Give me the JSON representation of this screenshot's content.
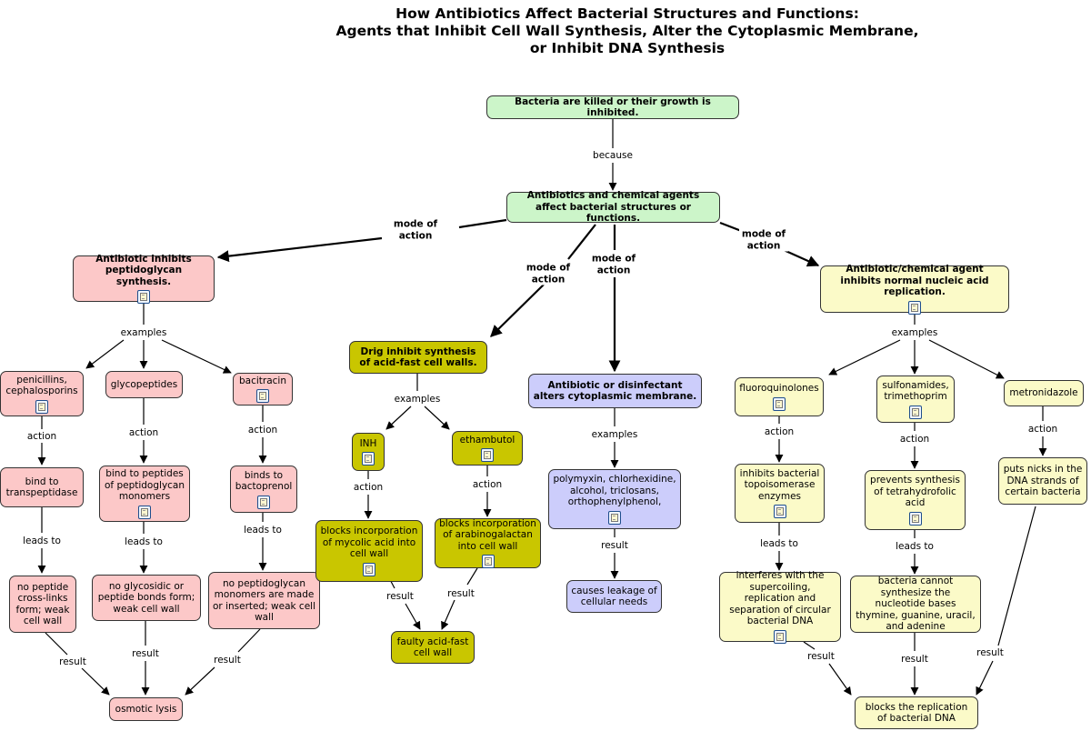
{
  "title": {
    "line1": "How Antibiotics Affect Bacterial Structures and Functions:",
    "line2": "Agents that Inhibit Cell Wall Synthesis, Alter the Cytoplasmic Membrane,",
    "line3": "or Inhibit DNA Synthesis"
  },
  "nodes": {
    "root": "Bacteria are killed or their growth is inhibited.",
    "agents": "Antibiotics and chemical agents affect bacterial structures or functions.",
    "peptidoglycan": "Antibiotic inhibits peptidoglycan synthesis.",
    "acidfast": "Drig inhibit synthesis of acid-fast cell walls.",
    "membrane": "Antibiotic or disinfectant alters cytoplasmic membrane.",
    "nucleic": "Antibiotic/chemical agent inhibits normal nucleic acid replication.",
    "penicillins": "penicillins, cephalosporins",
    "glycopeptides": "glycopeptides",
    "bacitracin": "bacitracin",
    "transpeptidase": "bind to transpeptidase",
    "peptidemonomers": "bind to peptides of peptidoglycan monomers",
    "bactoprenol": "binds to bactoprenol",
    "nocrosslinks": "no peptide cross-links form; weak cell wall",
    "noglycosidic": "no glycosidic or peptide bonds form; weak cell wall",
    "nomonomers": "no peptidoglycan monomers are made or inserted; weak cell wall",
    "lysis": "osmotic lysis",
    "inh": "INH",
    "ethambutol": "ethambutol",
    "mycolic": "blocks incorporation of mycolic acid into cell wall",
    "arabinogalactan": "blocks incorporation of arabinogalactan into cell wall",
    "faulty": "faulty acid-fast cell wall",
    "polymyxin": "polymyxin, chlorhexidine, alcohol, triclosans, orthophenylphenol,",
    "leakage": "causes leakage of cellular needs",
    "fluoro": "fluoroquinolones",
    "sulfon": "sulfonamides, trimethoprim",
    "metro": "metronidazole",
    "topo": "inhibits bacterial topoisomerase enzymes",
    "tetrahydro": "prevents synthesis of tetrahydrofolic acid",
    "nicks": "puts nicks in the DNA strands of certain bacteria",
    "supercoil": "interferes with the supercoiling, replication and separation of circular bacterial DNA",
    "nucleotide": "bacteria cannot synthesize the nucleotide bases thymine, guanine, uracil, and adenine",
    "blocksdna": "blocks the replication of bacterial DNA"
  },
  "links": {
    "because": "because",
    "mode_of_action": "mode of action",
    "examples": "examples",
    "action": "action",
    "leads_to": "leads to",
    "result": "result"
  },
  "colors": {
    "green": "#ccf5c9",
    "pink": "#fcc8c8",
    "olive": "#c9c600",
    "yellow": "#fbfac8",
    "purple": "#cccdfb"
  },
  "icons": {
    "resource": "document-icon"
  }
}
